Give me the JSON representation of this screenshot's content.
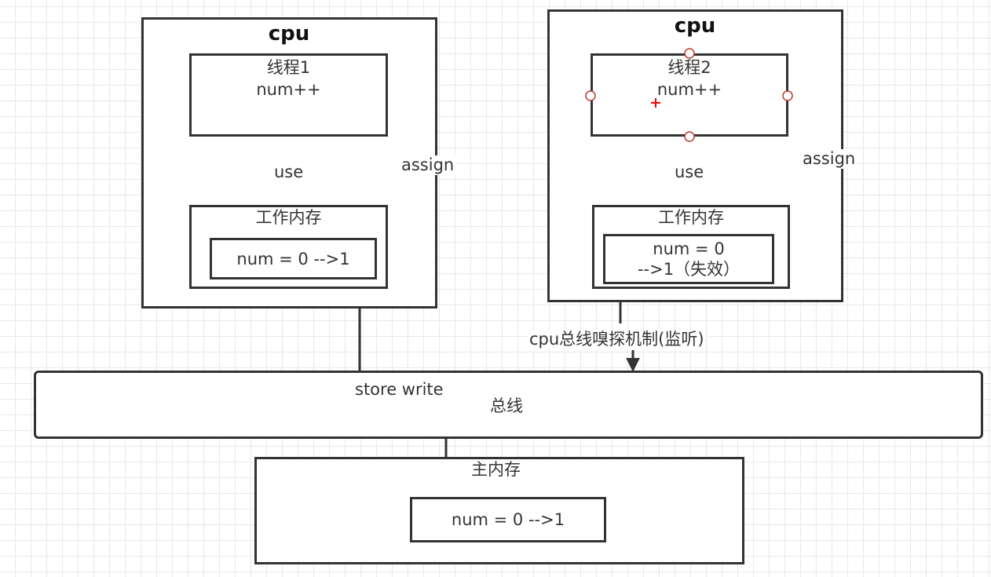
{
  "cpu1": {
    "title": "cpu",
    "thread": {
      "name": "线程1",
      "op": "num++"
    },
    "working_memory": {
      "title": "工作内存",
      "value": "num = 0 -->1"
    },
    "edges": {
      "use": "use",
      "assign": "assign"
    }
  },
  "cpu2": {
    "title": "cpu",
    "thread": {
      "name": "线程2",
      "op": "num++"
    },
    "working_memory": {
      "title": "工作内存",
      "value_line1": "num = 0",
      "value_line2": "-->1（失效）"
    },
    "edges": {
      "use": "use",
      "assign": "assign"
    }
  },
  "snoop_label": "cpu总线嗅探机制(监听)",
  "bus": {
    "title": "总线",
    "store_label": "store write"
  },
  "main_memory": {
    "title": "主内存",
    "value": "num = 0 -->1"
  },
  "colors": {
    "stroke": "#333333",
    "selection_handle": "#c0392b",
    "cursor": "#ff0000"
  }
}
